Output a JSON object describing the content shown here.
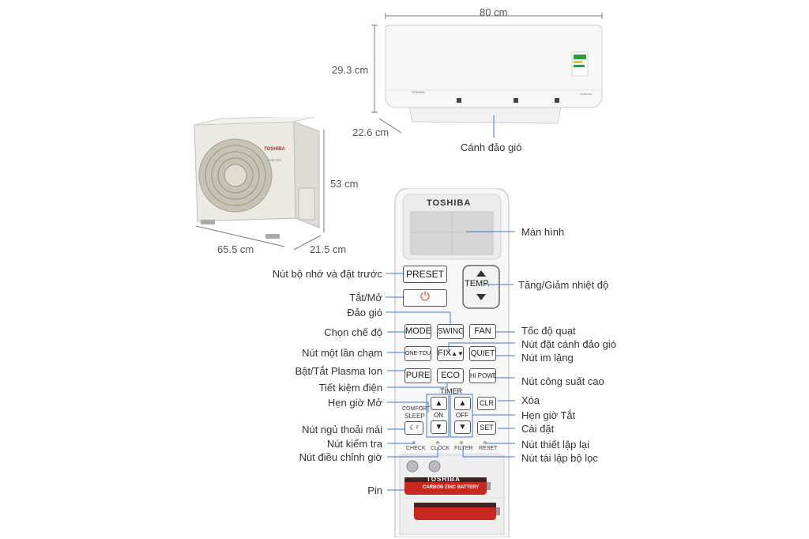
{
  "dimensions": {
    "indoor_width": "80 cm",
    "indoor_height": "29.3 cm",
    "indoor_depth": "22.6 cm",
    "outdoor_height": "53 cm",
    "outdoor_width": "65.5 cm",
    "outdoor_depth": "21.5 cm"
  },
  "brand": {
    "name": "TOSHIBA",
    "inverter": "INVERTER",
    "battery_label": "CARBON ZINC BATTERY"
  },
  "remote": {
    "preset": "PRESET",
    "temp": "TEMP.",
    "mode": "MODE",
    "swing": "SWING",
    "fan": "FAN",
    "one_touch": "ONE-TOUCH",
    "fix": "FIX",
    "quiet": "QUIET",
    "pure": "PURE",
    "eco": "ECO",
    "hi_power": "Hi POWER",
    "timer": "TIMER",
    "on": "ON",
    "off": "OFF",
    "clr": "CLR",
    "set": "SET",
    "comfort": "COMFORT",
    "sleep": "SLEEP",
    "check": "CHECK",
    "clock": "CLOCK",
    "filter": "FILTER",
    "reset": "RESET"
  },
  "labels": {
    "louver": "Cánh đảo gió",
    "display": "Màn hình",
    "preset": "Nút bộ nhớ và đặt trước",
    "temp": "Tăng/Giảm nhiệt độ",
    "power": "Tắt/Mở",
    "swing": "Đảo gió",
    "mode": "Chọn chế độ",
    "fan": "Tốc độ quạt",
    "fix": "Nút đặt cánh đảo gió",
    "one_touch": "Nút một lần chạm",
    "quiet": "Nút im lặng",
    "pure": "Bật/Tắt Plasma Ion",
    "hi_power": "Nút công suất cao",
    "eco": "Tiết kiệm điện",
    "timer_on": "Hẹn giờ Mở",
    "clr": "Xóa",
    "timer_off": "Hẹn giờ Tắt",
    "sleep": "Nút ngủ thoải mái",
    "set": "Cài đặt",
    "check": "Nút kiểm tra",
    "reset": "Nút thiết lập lại",
    "clock": "Nút điều chỉnh giờ",
    "filter": "Nút tái lập bộ lọc",
    "battery": "Pin"
  },
  "colors": {
    "line": "#3a7bd5",
    "power_icon": "#e8502a",
    "battery_red": "#c8281e",
    "energy_label": "#2e9a3e"
  }
}
